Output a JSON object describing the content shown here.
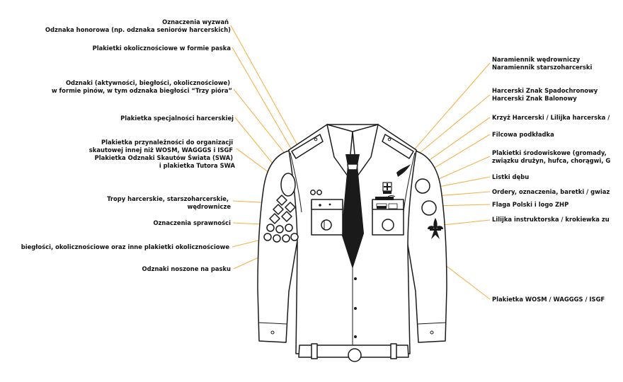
{
  "left_labels": [
    {
      "lines": [
        "Oznaczenia wyzwań",
        "Odznaka honorowa (np. odznaka seniorów harcerskich)"
      ]
    },
    {
      "lines": [
        "Plakietki okolicznościowe w formie paska"
      ]
    },
    {
      "lines": [
        "Odznaki (aktywności, biegłości, okolicznościowe)",
        "w formie pinów, w tym odznaka biegłości “Trzy pióra”"
      ]
    },
    {
      "lines": [
        "Plakietka specjalności harcerskiej"
      ]
    },
    {
      "lines": [
        "Plakietka przynależności do organizacji",
        "skautowej innej niż WOSM, WAGGGS i ISGF",
        "Plakietka Odznaki Skautów Świata (SWA)",
        "i plakietka Tutora SWA"
      ]
    },
    {
      "lines": [
        "Tropy harcerskie, starszoharcerskie,",
        "wędrownicze"
      ]
    },
    {
      "lines": [
        "Oznaczenia sprawności"
      ]
    },
    {
      "lines": [
        "biegłości, okolicznościowe oraz inne plakietki okolicznościowe"
      ]
    },
    {
      "lines": [
        "Odznaki noszone na pasku"
      ]
    }
  ],
  "right_labels": [
    {
      "lines": [
        "Naramiennik wędrowniczy",
        "Naramiennik starszoharcerski"
      ]
    },
    {
      "lines": [
        "Harcerski Znak Spadochronowy",
        "Harcerski Znak Balonowy"
      ]
    },
    {
      "lines": [
        "Krzyż Harcerski / Lilijka harcerska /"
      ]
    },
    {
      "lines": [
        "Filcowa podkładka"
      ]
    },
    {
      "lines": [
        "Plakietki środowiskowe (gromady,",
        "związku drużyn, hufca, chorągwi, G"
      ]
    },
    {
      "lines": [
        "Listki dębu"
      ]
    },
    {
      "lines": [
        "Ordery, oznaczenia, baretki / gwiaz"
      ]
    },
    {
      "lines": [
        "Flaga Polski i logo ZHP"
      ]
    },
    {
      "lines": [
        "Lilijka instruktorska / krokiewka zu"
      ]
    },
    {
      "lines": [
        "Plakietka WOSM / WAGGGS / ISGF"
      ]
    }
  ],
  "colors": {
    "leader": "#f2b24a",
    "outline": "#1a1a1a",
    "background": "#ffffff"
  },
  "icons": [
    "scout-shirt-icon",
    "fleur-de-lis-icon",
    "poland-flag-icon",
    "trefoil-icon"
  ]
}
